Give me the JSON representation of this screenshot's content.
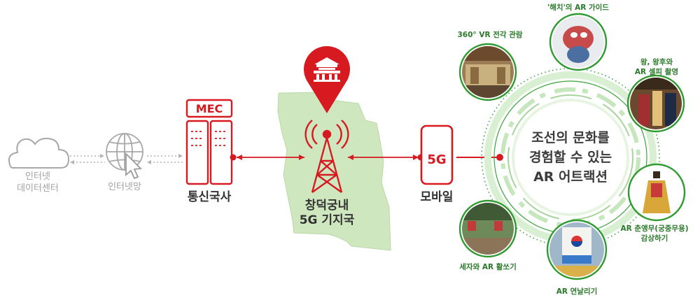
{
  "nodes": {
    "internet_dc": {
      "line1": "인터넷",
      "line2": "데이터센터"
    },
    "internet_net": {
      "label": "인터넷망"
    },
    "central_office": {
      "label": "통신국사",
      "mec": "MEC"
    },
    "base_station": {
      "line1": "창덕궁내",
      "line2": "5G 기지국"
    },
    "mobile": {
      "label": "모바일",
      "badge": "5G"
    }
  },
  "center": {
    "line1": "조선의 문화를",
    "line2": "경험할 수 있는",
    "line3": "AR 어트랙션"
  },
  "attractions": [
    {
      "label": "360° VR 전각 관람"
    },
    {
      "label": "'해치'의 AR 가이드"
    },
    {
      "line1": "왕, 왕후와",
      "line2": "AR 셀피 촬영"
    },
    {
      "line1": "AR 춘앵무(궁중무용)",
      "line2": "감상하기"
    },
    {
      "label": "AR 연날리기"
    },
    {
      "label": "세자와 AR 활쏘기"
    }
  ],
  "colors": {
    "accent_red": "#d71920",
    "green": "#2f9a2f",
    "map_green": "#cfe7bf",
    "gray": "#a3a3a3"
  }
}
